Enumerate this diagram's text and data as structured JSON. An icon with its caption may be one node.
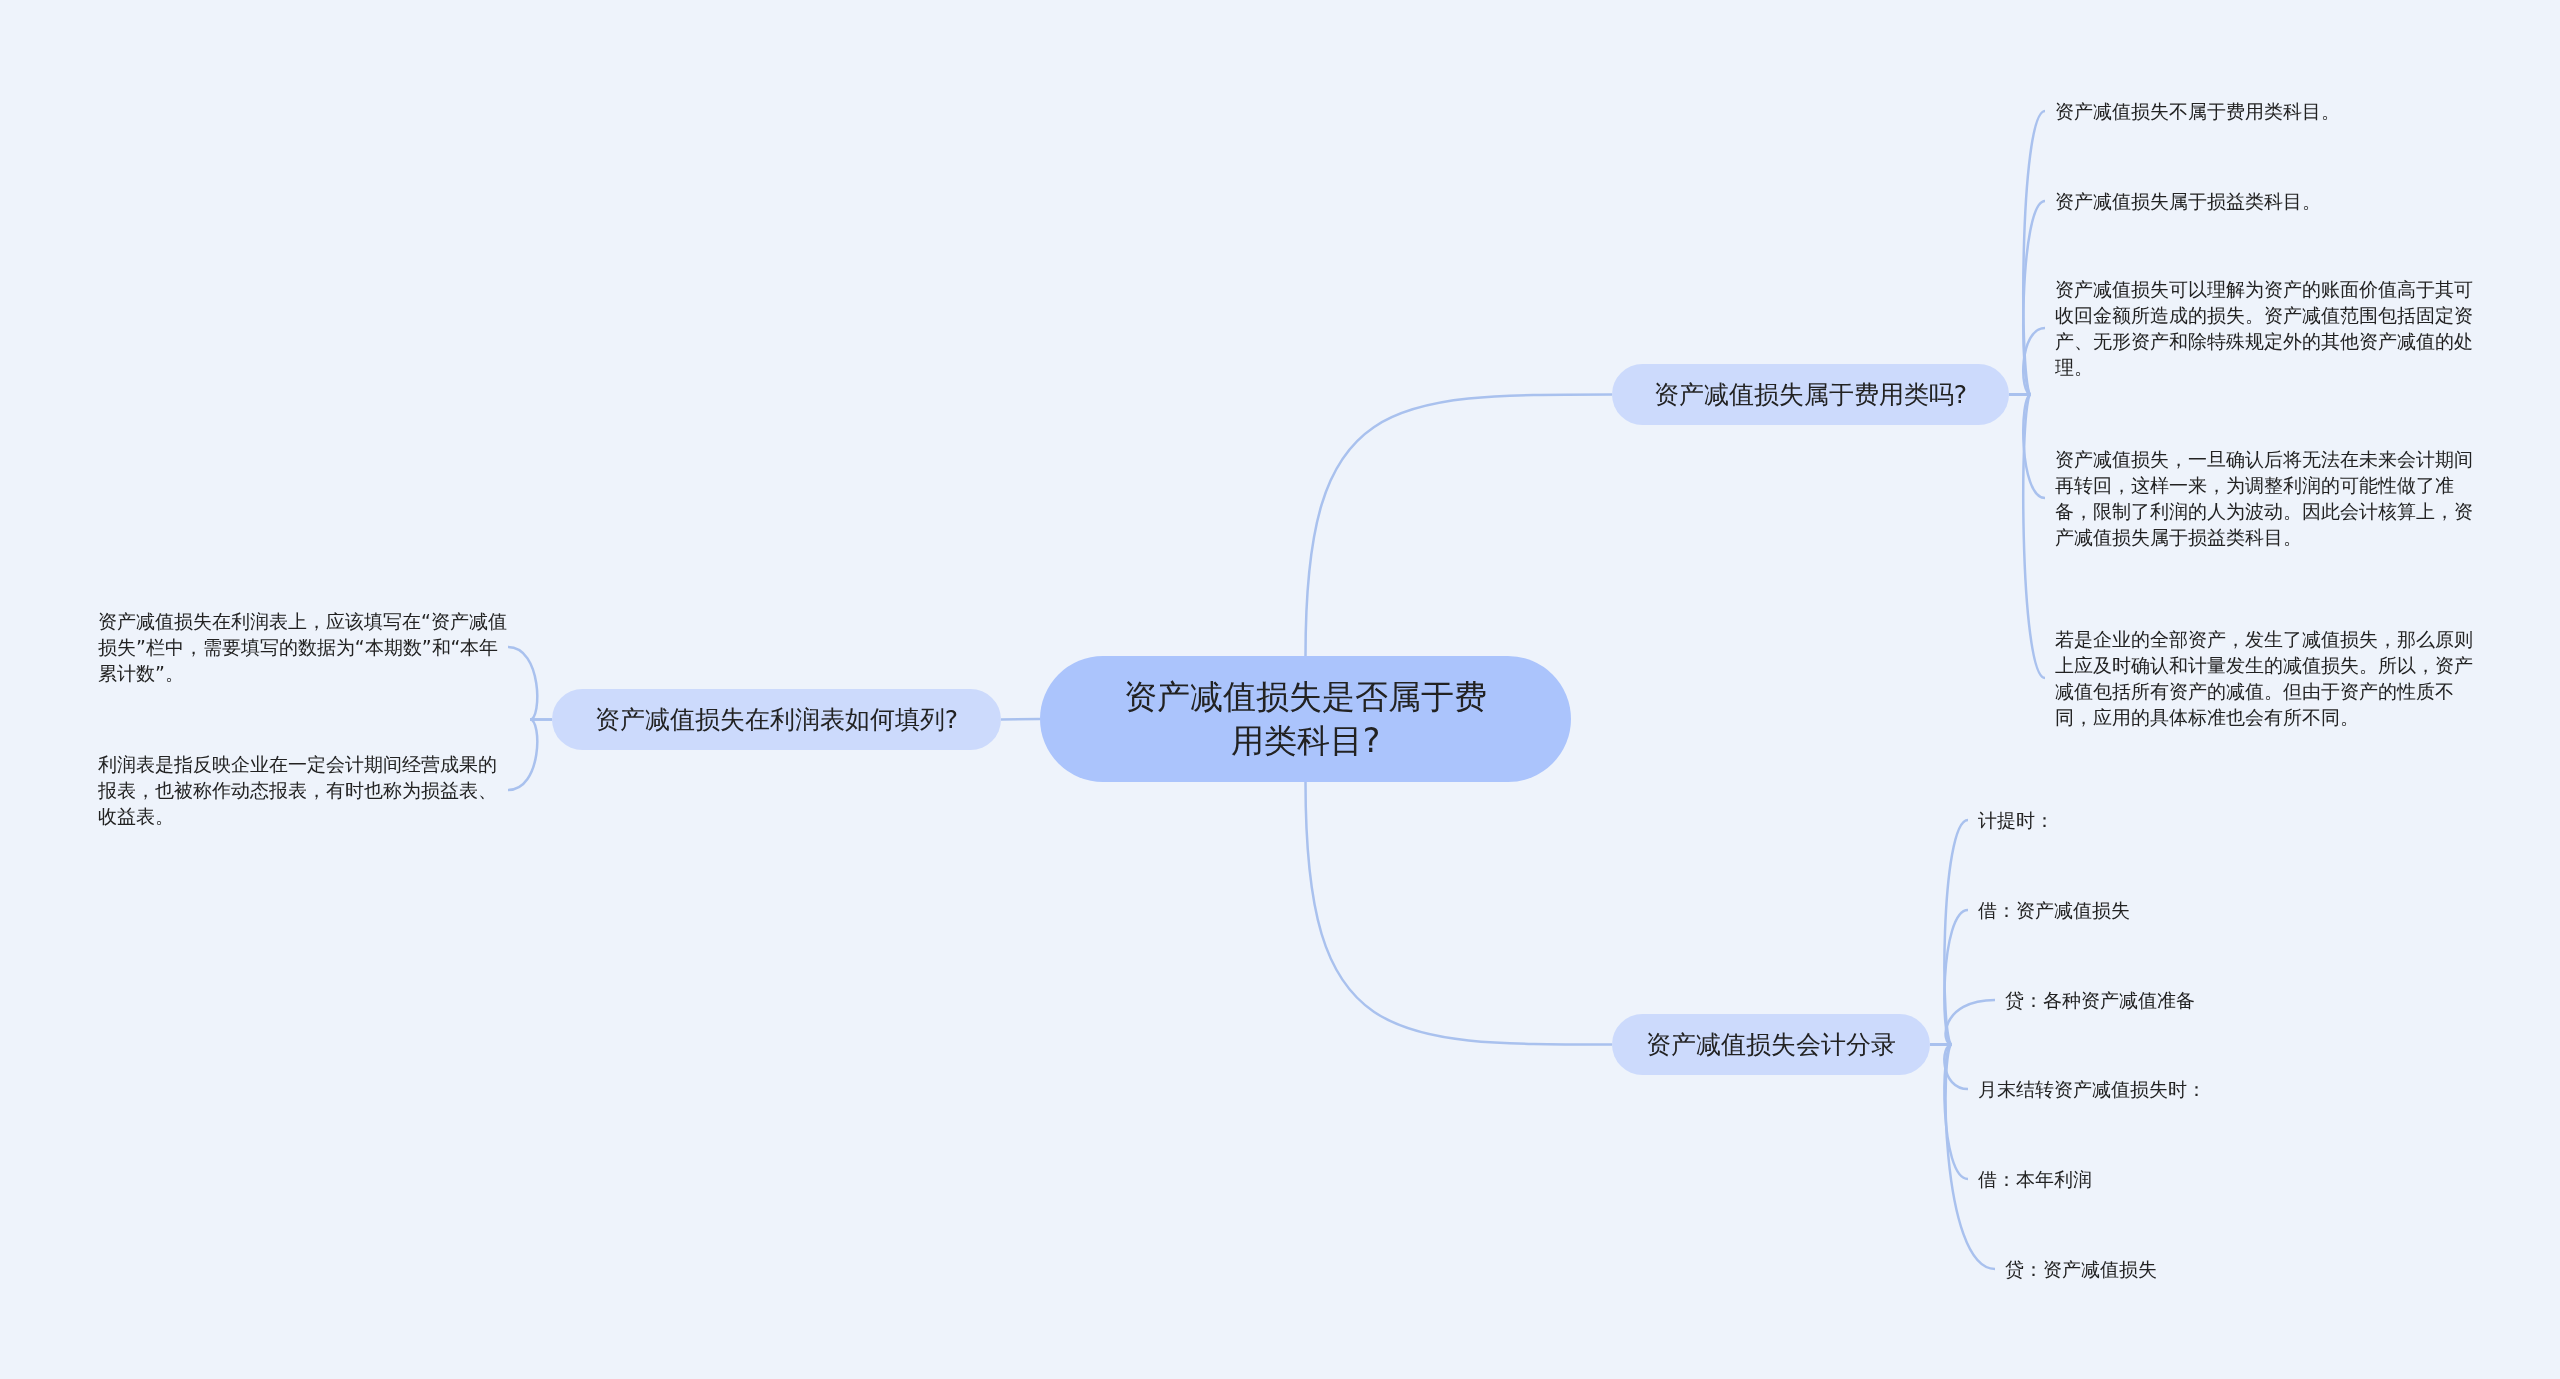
{
  "diagram": {
    "nodes": [
      {
        "text": [
          "资产减值损失是否属于费用类科目?"
        ]
      },
      {
        "text": [
          "资产减值损失属于费用类吗?"
        ]
      },
      {
        "text": [
          "资产减值损失不属于费用类科目。"
        ]
      },
      {
        "text": [
          "资产减值损失属于损益类科目。"
        ]
      },
      {
        "text": [
          "资产减值损失可以理解为资产的账面价值高于其可收回金额所造成的损失。资产减值范围包括固定资产、无形资产和除特殊规定外的其他资产减值的处理。"
        ]
      },
      {
        "text": [
          "资产减值损失，一旦确认后将无法在未来会计期间再转回，这样一来，为调整利润的可能性做了准备，限制了利润的人为波动。因此会计核算上，资产减值损失属于损益类科目。"
        ]
      },
      {
        "text": [
          "若是企业的全部资产，发生了减值损失，那么原则上应及时确认和计量发生的减值损失。所以，资产减值包括所有资产的减值。但由于资产的性质不同，应用的具体标准也会有所不同。"
        ]
      },
      {
        "text": [
          "资产减值损失会计分录"
        ]
      },
      {
        "text": [
          "计提时："
        ]
      },
      {
        "text": [
          "借：资产减值损失"
        ]
      },
      {
        "text": [
          "贷：各种资产减值准备"
        ]
      },
      {
        "text": [
          "月末结转资产减值损失时："
        ]
      },
      {
        "text": [
          "借：本年利润"
        ]
      },
      {
        "text": [
          "贷：资产减值损失"
        ]
      },
      {
        "text": [
          "资产减值损失在利润表如何填列?"
        ]
      },
      {
        "text": [
          "资产减值损失在利润表上，应该填写在“资产减值损失”栏中，需要填写的数据为“本期数”和“本年累计数”。"
        ]
      },
      {
        "text": [
          "利润表是指反映企业在一定会计期间经营成果的报表，也被称作动态报表，有时也称为损益表、收益表。"
        ]
      }
    ],
    "edges": [
      {
        "from": 0,
        "to": 1,
        "arrow": "none"
      },
      {
        "from": 1,
        "to": 2,
        "arrow": "none"
      },
      {
        "from": 1,
        "to": 3,
        "arrow": "none"
      },
      {
        "from": 1,
        "to": 4,
        "arrow": "none"
      },
      {
        "from": 1,
        "to": 5,
        "arrow": "none"
      },
      {
        "from": 1,
        "to": 6,
        "arrow": "none"
      },
      {
        "from": 0,
        "to": 7,
        "arrow": "none"
      },
      {
        "from": 7,
        "to": 8,
        "arrow": "none"
      },
      {
        "from": 7,
        "to": 9,
        "arrow": "none"
      },
      {
        "from": 7,
        "to": 10,
        "arrow": "none"
      },
      {
        "from": 7,
        "to": 11,
        "arrow": "none"
      },
      {
        "from": 7,
        "to": 12,
        "arrow": "none"
      },
      {
        "from": 7,
        "to": 13,
        "arrow": "none"
      },
      {
        "from": 0,
        "to": 14,
        "arrow": "none"
      },
      {
        "from": 14,
        "to": 15,
        "arrow": "none"
      },
      {
        "from": 14,
        "to": 16,
        "arrow": "none"
      }
    ]
  }
}
